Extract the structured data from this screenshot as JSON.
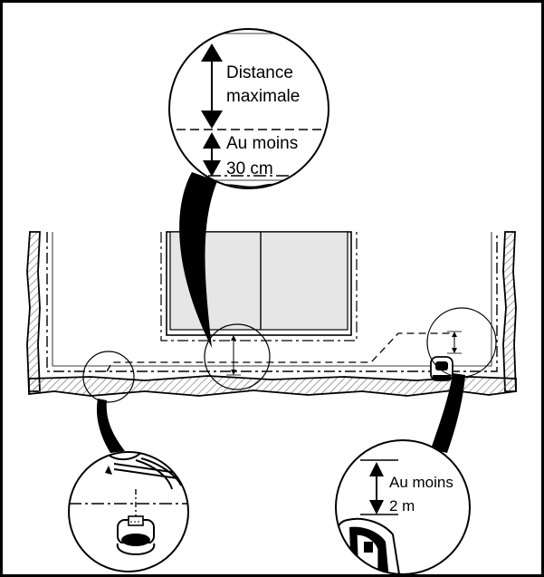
{
  "callout_top": {
    "label_distance_line1": "Distance",
    "label_distance_line2": "maximale",
    "label_min_line1": "Au moins",
    "label_min_line2": "30 cm"
  },
  "callout_bottom_right": {
    "label_line1": "Au moins",
    "label_line2": "2 m"
  },
  "colors": {
    "line": "#000000",
    "hatch": "#8a8a8a",
    "window_fill": "#e6e6e6",
    "ground_fill": "#bdbdbd",
    "background": "#ffffff"
  }
}
